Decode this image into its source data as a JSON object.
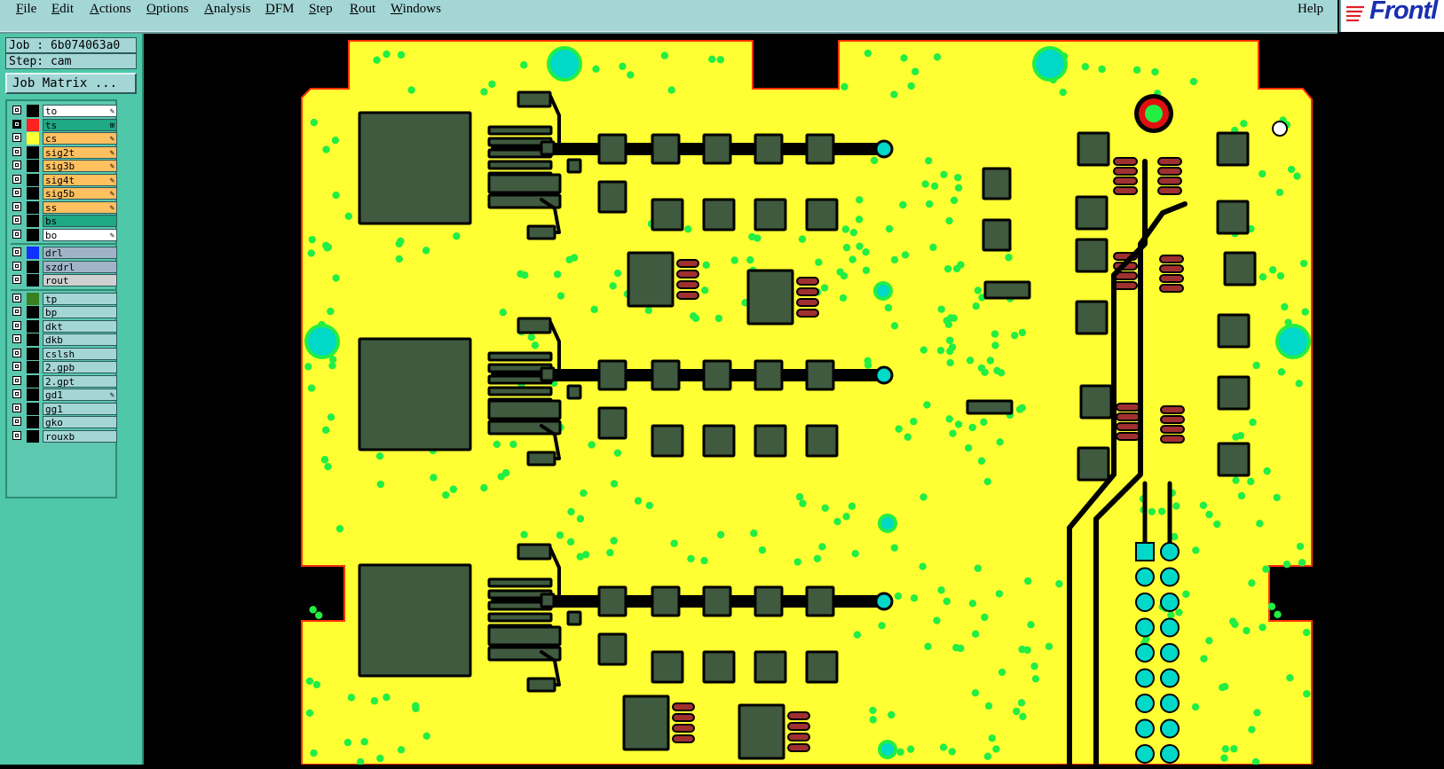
{
  "menu": {
    "items": [
      {
        "label": "File",
        "u": "F"
      },
      {
        "label": "Edit",
        "u": "E"
      },
      {
        "label": "Actions",
        "u": "A"
      },
      {
        "label": "Options",
        "u": "O"
      },
      {
        "label": "Analysis",
        "u": "A"
      },
      {
        "label": "DFM",
        "u": "D"
      },
      {
        "label": "Step",
        "u": "S"
      },
      {
        "label": "Rout",
        "u": "R"
      },
      {
        "label": "Windows",
        "u": "W"
      }
    ],
    "help": "Help"
  },
  "logo": {
    "text": "Frontl"
  },
  "job": {
    "label": "Job : 6b074063a0",
    "step": "Step: cam",
    "matrix_button": "Job Matrix ..."
  },
  "colors": {
    "board": "#ffff33",
    "pad": "#3f5a3f",
    "via": "#22ee44",
    "hole": "#00d8c8",
    "outline": "#ff3300",
    "trace": "#000000"
  },
  "layers": {
    "group1": [
      {
        "name": "to",
        "color": "#ffffff",
        "swatch": "#000000",
        "on": false,
        "mark": "✎"
      },
      {
        "name": "ts",
        "color": "#1fa884",
        "swatch": "#ff2020",
        "on": true,
        "mark": "⊞"
      },
      {
        "name": "cs",
        "color": "#ffc060",
        "swatch": "#ffff33",
        "on": false,
        "mark": "✎"
      },
      {
        "name": "sig2t",
        "color": "#ffc060",
        "swatch": "#000000",
        "on": false,
        "mark": "✎"
      },
      {
        "name": "sig3b",
        "color": "#ffc060",
        "swatch": "#000000",
        "on": false,
        "mark": "✎"
      },
      {
        "name": "sig4t",
        "color": "#ffc060",
        "swatch": "#000000",
        "on": false,
        "mark": "✎"
      },
      {
        "name": "sig5b",
        "color": "#ffc060",
        "swatch": "#000000",
        "on": false,
        "mark": "✎"
      },
      {
        "name": "ss",
        "color": "#ffc060",
        "swatch": "#000000",
        "on": false,
        "mark": "✎"
      },
      {
        "name": "bs",
        "color": "#1fa884",
        "swatch": "#000000",
        "on": false,
        "mark": ""
      },
      {
        "name": "bo",
        "color": "#ffffff",
        "swatch": "#000000",
        "on": false,
        "mark": "✎"
      }
    ],
    "group2": [
      {
        "name": "drl",
        "color": "#a0b4c8",
        "swatch": "#1030ff",
        "on": false,
        "mark": ""
      },
      {
        "name": "szdrl",
        "color": "#a0b4c8",
        "swatch": "#000000",
        "on": false,
        "mark": ""
      },
      {
        "name": "rout",
        "color": "#d0d0d0",
        "swatch": "#000000",
        "on": false,
        "mark": ""
      }
    ],
    "group3": [
      {
        "name": "tp",
        "color": "#a4d6d6",
        "swatch": "#3a8020",
        "on": false,
        "mark": ""
      },
      {
        "name": "bp",
        "color": "#a4d6d6",
        "swatch": "#000000",
        "on": false,
        "mark": ""
      },
      {
        "name": "dkt",
        "color": "#a4d6d6",
        "swatch": "#000000",
        "on": false,
        "mark": ""
      },
      {
        "name": "dkb",
        "color": "#a4d6d6",
        "swatch": "#000000",
        "on": false,
        "mark": ""
      },
      {
        "name": "cslsh",
        "color": "#a4d6d6",
        "swatch": "#000000",
        "on": false,
        "mark": ""
      },
      {
        "name": "2.gpb",
        "color": "#a4d6d6",
        "swatch": "#000000",
        "on": false,
        "mark": ""
      },
      {
        "name": "2.gpt",
        "color": "#a4d6d6",
        "swatch": "#000000",
        "on": false,
        "mark": ""
      },
      {
        "name": "gd1",
        "color": "#a4d6d6",
        "swatch": "#000000",
        "on": false,
        "mark": "✎"
      },
      {
        "name": "gg1",
        "color": "#a4d6d6",
        "swatch": "#000000",
        "on": false,
        "mark": ""
      },
      {
        "name": "gko",
        "color": "#a4d6d6",
        "swatch": "#000000",
        "on": false,
        "mark": ""
      },
      {
        "name": "rouxb",
        "color": "#a4d6d6",
        "swatch": "#000000",
        "on": false,
        "mark": ""
      }
    ]
  }
}
